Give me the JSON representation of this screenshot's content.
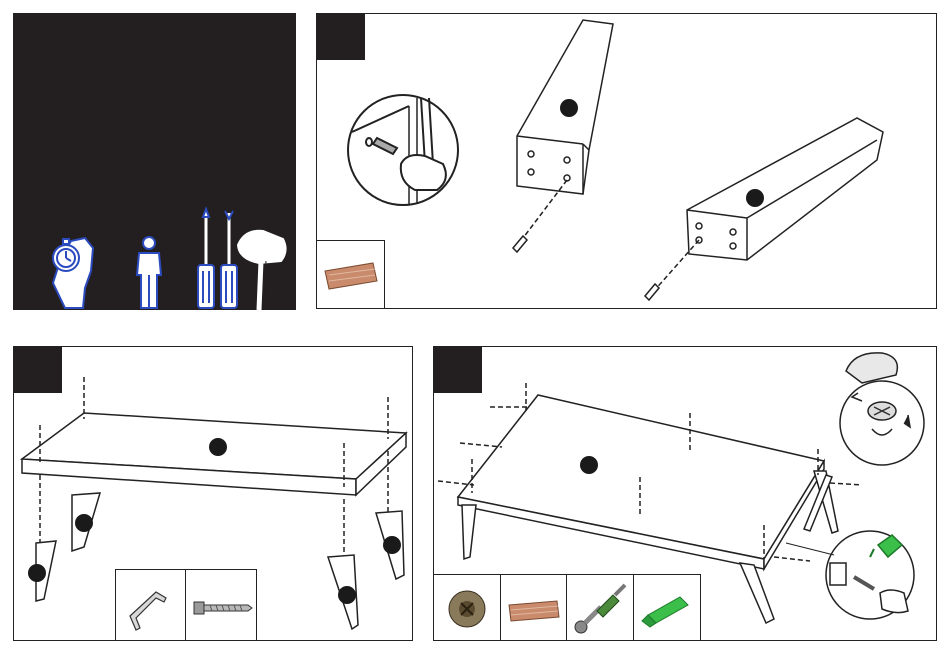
{
  "manual": {
    "panels": [
      {
        "id": "intro",
        "description_tools": [
          "stopwatch-icon",
          "worker-icon",
          "screwdriver-flat-icon",
          "screwdriver-phillips-icon",
          "mallet-icon"
        ]
      },
      {
        "id": "step-1",
        "parts": [
          "wooden-dowel"
        ]
      },
      {
        "id": "step-2",
        "parts": [
          "allen-key",
          "screw-bolt"
        ]
      },
      {
        "id": "step-3",
        "parts": [
          "cam-lock-nut",
          "wooden-dowel",
          "cam-bolt",
          "glue-tube"
        ]
      }
    ],
    "colors": {
      "dark_fill": "#231f20",
      "line": "#222222",
      "tool_outline": "#1f3a93",
      "dowel": "#c98b6b",
      "glue": "#3bbf4a",
      "camlock": "#8a7a5c"
    }
  }
}
